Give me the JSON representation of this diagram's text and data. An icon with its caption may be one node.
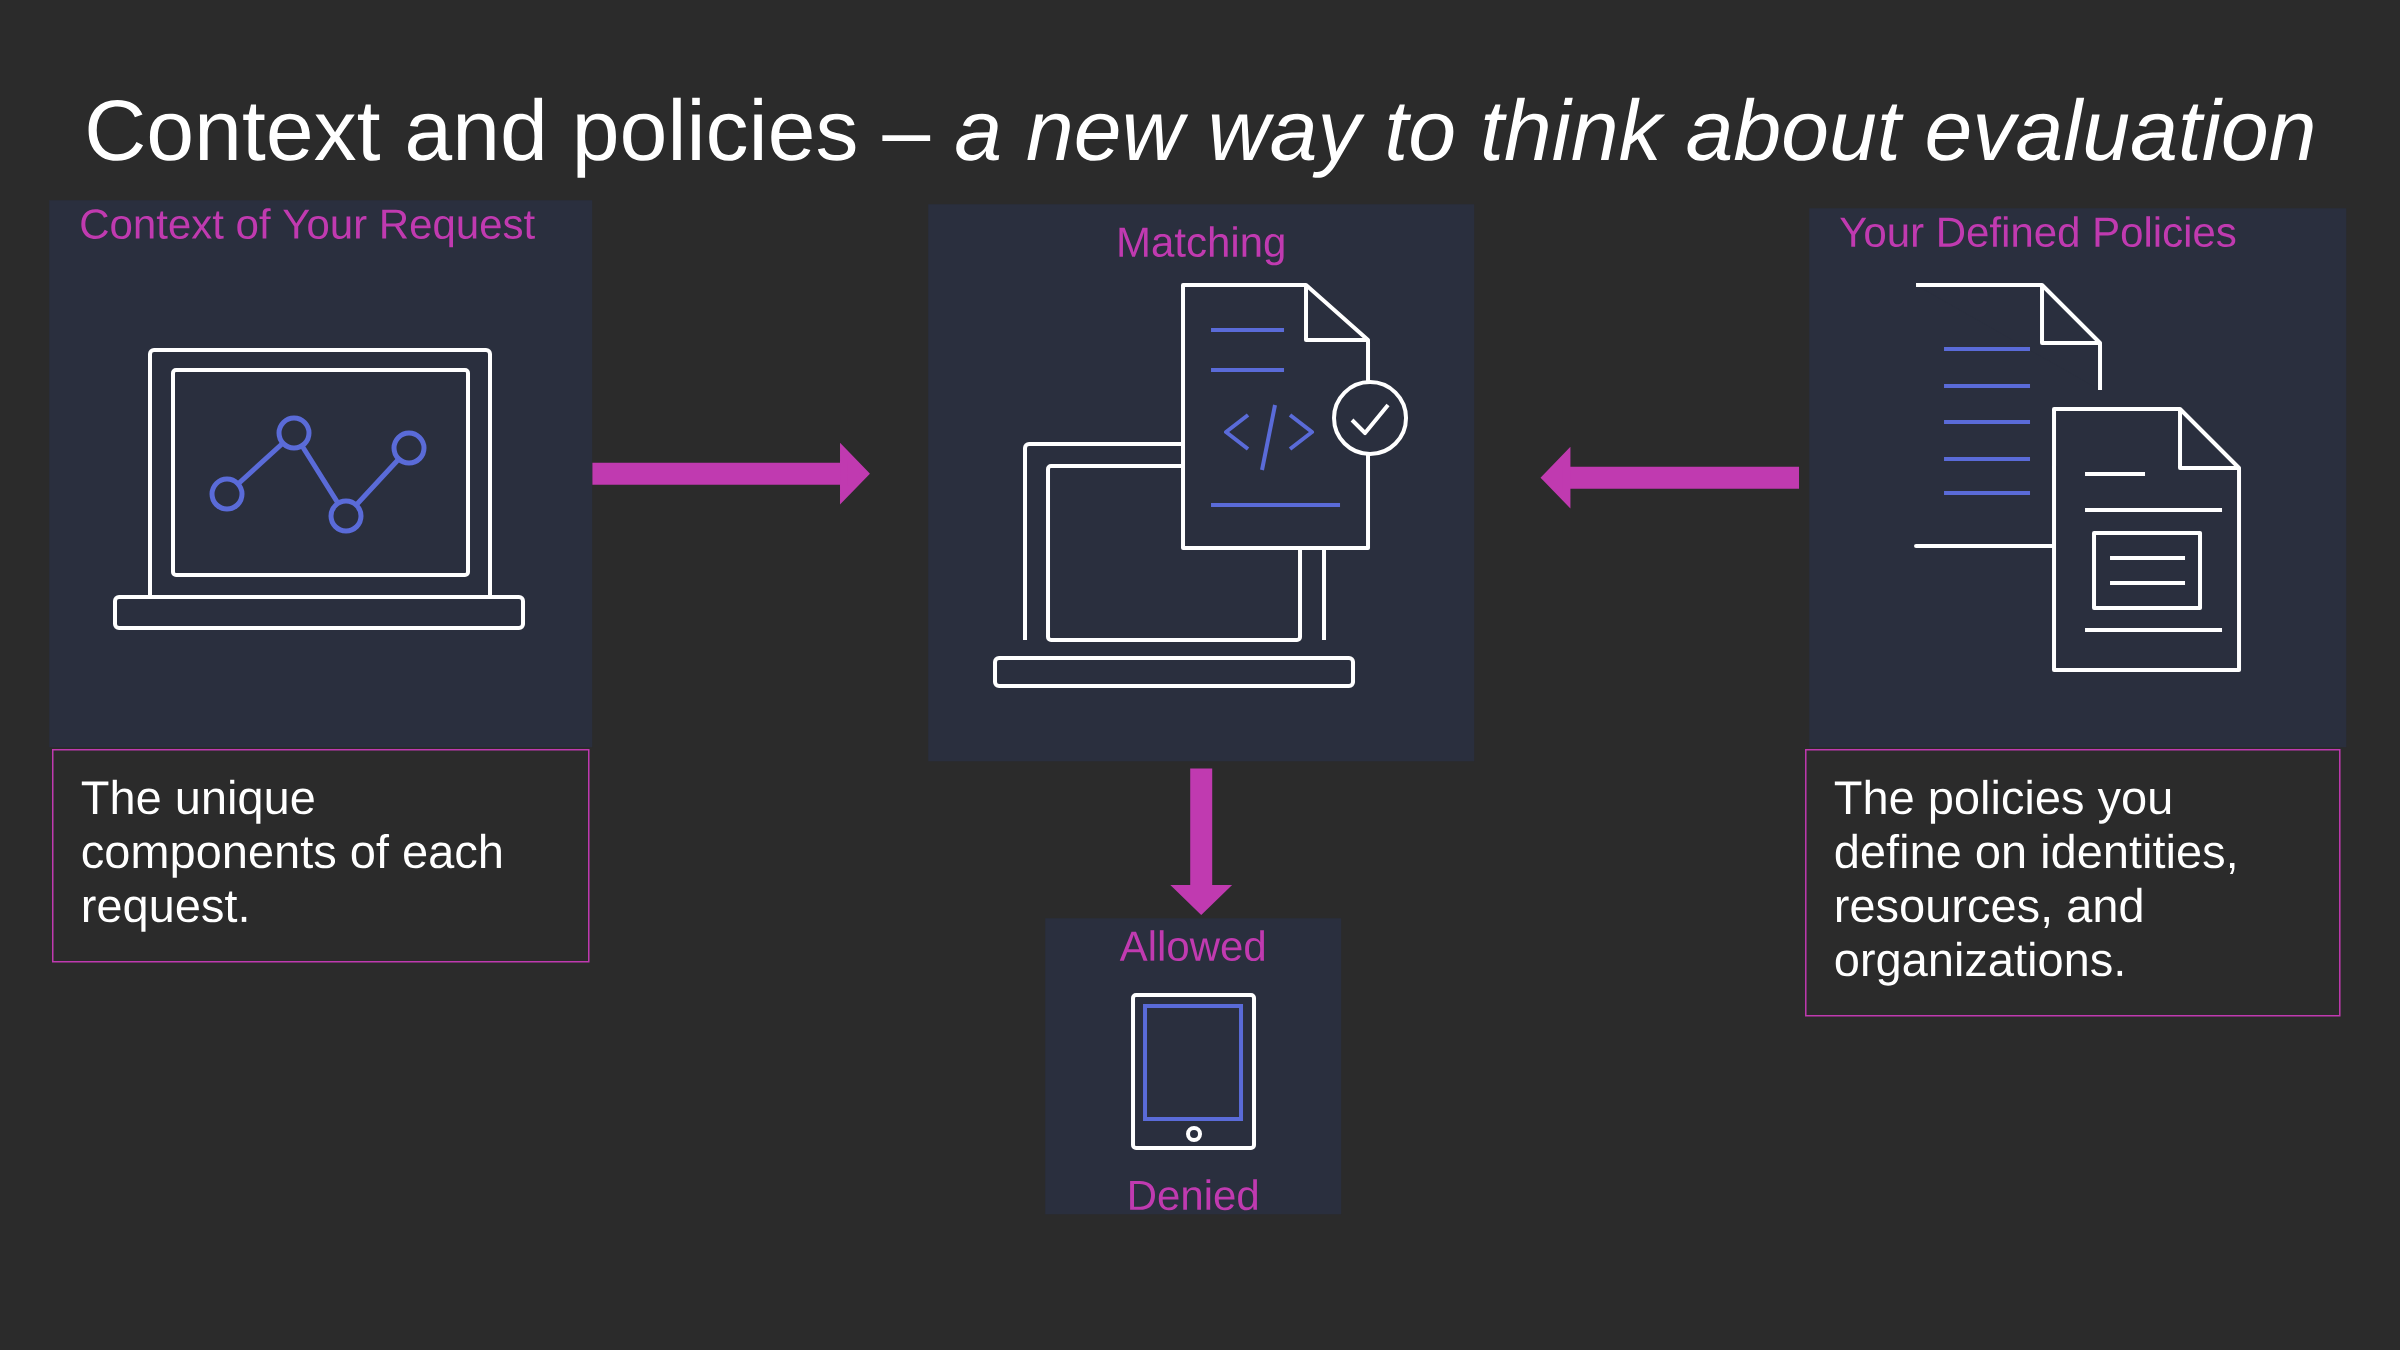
{
  "diagram": {
    "title": "Context and policies – *a new way to think about evaluation*",
    "nodes": [
      {
        "text": [
          "Context of Your Request"
        ]
      },
      {
        "text": [
          "The unique components of each request."
        ]
      },
      {
        "text": [
          "Matching"
        ]
      },
      {
        "text": [
          "Your Defined Policies"
        ]
      },
      {
        "text": [
          "The policies you define on identities, resources, and organizations."
        ]
      },
      {
        "text": [
          "Allowed",
          "Denied"
        ]
      }
    ],
    "edges": [
      {
        "from": 0,
        "to": 2,
        "arrow": "to"
      },
      {
        "from": 3,
        "to": 2,
        "arrow": "to"
      },
      {
        "from": 2,
        "to": 5,
        "arrow": "to"
      }
    ]
  }
}
